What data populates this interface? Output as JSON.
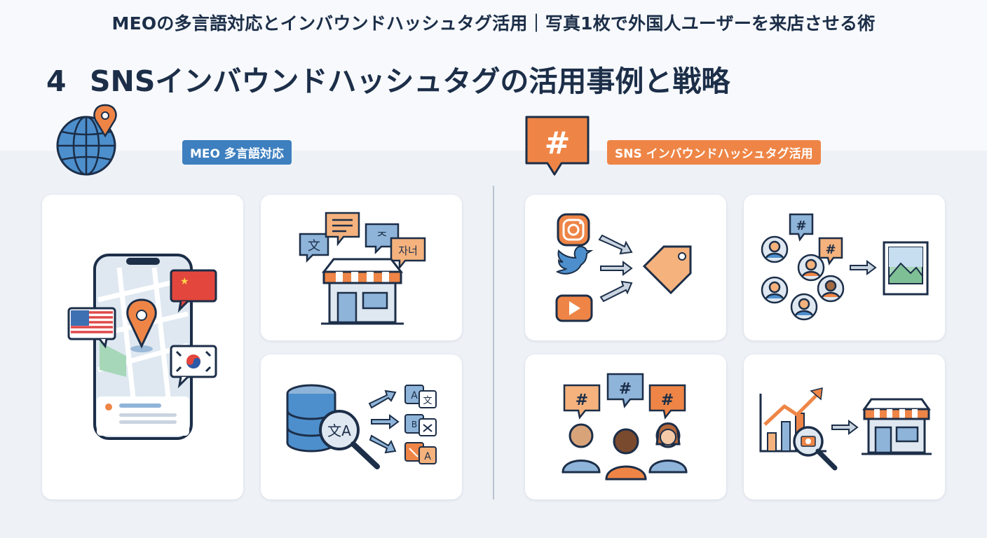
{
  "article_title": "MEOの多言語対応とインバウンドハッシュタグ活用｜写真1枚で外国人ユーザーを来店させる術",
  "section": {
    "number": "4",
    "heading": "SNSインバウンドハッシュタグの活用事例と戦略"
  },
  "left_column": {
    "label": "MEO 多言語対応",
    "header_icon": "globe-pin-icon",
    "cards": [
      {
        "name": "multilingual-map-phone",
        "icons": [
          "smartphone-icon",
          "map-pin-icon",
          "us-flag-icon",
          "china-flag-icon",
          "korea-flag-icon"
        ]
      },
      {
        "name": "multilingual-store",
        "icons": [
          "speech-bubble-icon",
          "storefront-icon"
        ],
        "glyphs": [
          "文",
          "ᄌ",
          "자너"
        ]
      },
      {
        "name": "translation-database",
        "icons": [
          "database-icon",
          "magnifier-icon",
          "arrow-icon",
          "translation-card-icon"
        ],
        "glyphs": [
          "文A",
          "A",
          "文",
          "B",
          "A"
        ]
      }
    ]
  },
  "right_column": {
    "label": "SNS インバウンドハッシュタグ活用",
    "header_icon": "hashtag-bubble-icon",
    "cards": [
      {
        "name": "social-to-tag",
        "icons": [
          "instagram-icon",
          "twitter-icon",
          "youtube-icon",
          "arrow-icon",
          "tag-icon"
        ]
      },
      {
        "name": "user-hashtag-network",
        "icons": [
          "user-avatar-icon",
          "hashtag-bubble-icon",
          "arrow-icon",
          "photo-icon"
        ],
        "glyphs": [
          "#",
          "#"
        ]
      },
      {
        "name": "people-hashtags",
        "icons": [
          "person-icon",
          "hashtag-bubble-icon"
        ],
        "glyphs": [
          "#",
          "#",
          "#"
        ]
      },
      {
        "name": "growth-to-store",
        "icons": [
          "bar-chart-icon",
          "trend-arrow-icon",
          "camera-search-icon",
          "arrow-icon",
          "storefront-icon"
        ]
      }
    ]
  },
  "colors": {
    "navy": "#1c2e48",
    "blue": "#3d7fbf",
    "orange": "#ee8546",
    "background": "#eef2f7"
  }
}
